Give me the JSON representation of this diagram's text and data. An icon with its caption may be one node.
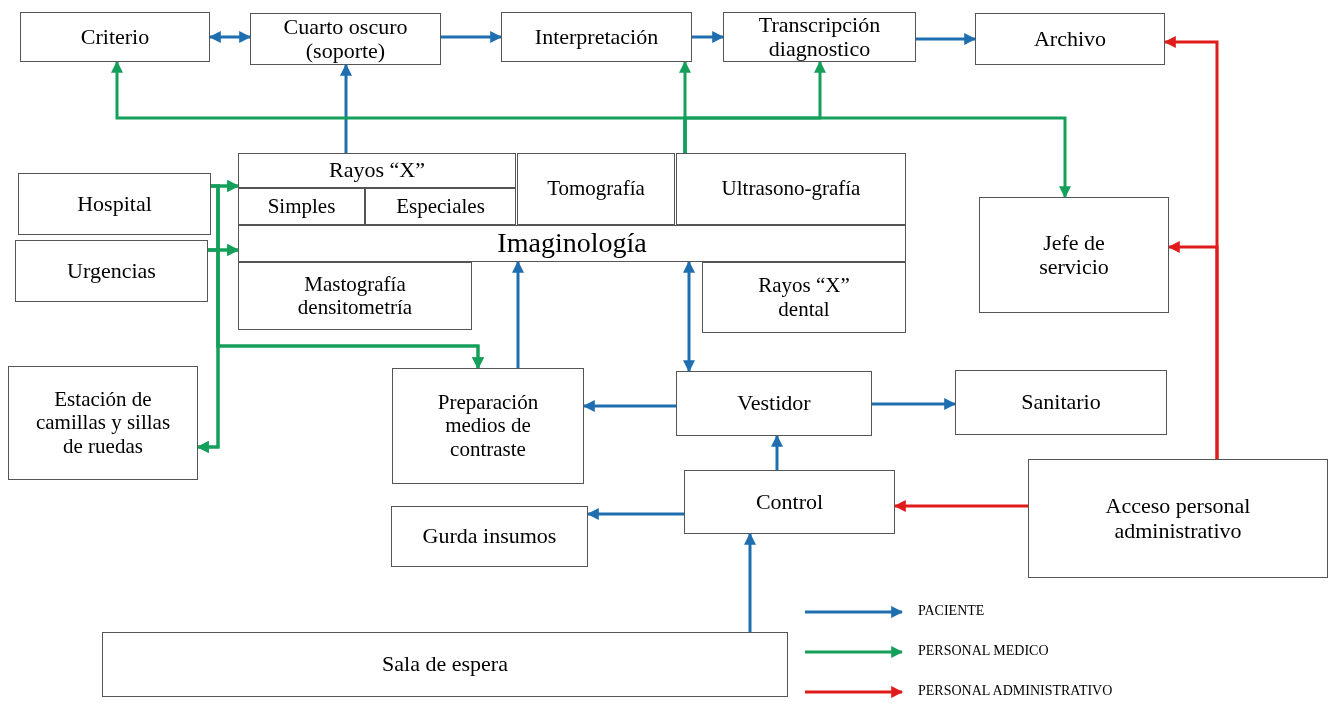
{
  "diagram": {
    "nodes": [
      {
        "text": [
          "Criterio"
        ]
      },
      {
        "text": [
          "Cuarto oscuro (soporte)"
        ]
      },
      {
        "text": [
          "Interpretación"
        ]
      },
      {
        "text": [
          "Transcripción diagnostico"
        ]
      },
      {
        "text": [
          "Archivo"
        ]
      },
      {
        "text": [
          "Rayos “X”"
        ]
      },
      {
        "text": [
          "Simples"
        ]
      },
      {
        "text": [
          "Especiales"
        ]
      },
      {
        "text": [
          "Tomografía"
        ]
      },
      {
        "text": [
          "Ultrasono-grafía"
        ]
      },
      {
        "text": [
          "Imaginología"
        ]
      },
      {
        "text": [
          "Mastografía densitometría"
        ]
      },
      {
        "text": [
          "Rayos “X” dental"
        ]
      },
      {
        "text": [
          "Hospital"
        ]
      },
      {
        "text": [
          "Urgencias"
        ]
      },
      {
        "text": [
          "Jefe de servicio"
        ]
      },
      {
        "text": [
          "Estación de camillas y sillas de ruedas"
        ]
      },
      {
        "text": [
          "Preparación medios de contraste"
        ]
      },
      {
        "text": [
          "Vestidor"
        ]
      },
      {
        "text": [
          "Sanitario"
        ]
      },
      {
        "text": [
          "Control"
        ]
      },
      {
        "text": [
          "Acceso personal administrativo"
        ]
      },
      {
        "text": [
          "Gurda insumos"
        ]
      },
      {
        "text": [
          "Sala de espera"
        ]
      }
    ],
    "edges": [
      {
        "from": 0,
        "to": 1,
        "arrow": "both"
      },
      {
        "from": 1,
        "to": 2,
        "arrow": "to"
      },
      {
        "from": 2,
        "to": 3,
        "arrow": "to"
      },
      {
        "from": 3,
        "to": 4,
        "arrow": "to"
      },
      {
        "from": 5,
        "to": 1,
        "arrow": "to"
      },
      {
        "from": 9,
        "to": 0,
        "arrow": "to",
        "color": "#14a05a"
      },
      {
        "from": 9,
        "to": 2,
        "arrow": "to",
        "color": "#14a05a"
      },
      {
        "from": 9,
        "to": 3,
        "arrow": "to",
        "color": "#14a05a"
      },
      {
        "from": 9,
        "to": 15,
        "arrow": "to",
        "color": "#14a05a"
      },
      {
        "from": 13,
        "to": 5,
        "arrow": "to",
        "color": "#14a05a"
      },
      {
        "from": 13,
        "to": 10,
        "arrow": "to",
        "color": "#14a05a"
      },
      {
        "from": 14,
        "to": 5,
        "arrow": "to",
        "color": "#14a05a"
      },
      {
        "from": 14,
        "to": 10,
        "arrow": "to",
        "color": "#14a05a"
      },
      {
        "from": 13,
        "to": 17,
        "arrow": "to",
        "color": "#14a05a"
      },
      {
        "from": 14,
        "to": 17,
        "arrow": "to",
        "color": "#14a05a"
      },
      {
        "from": 13,
        "to": 16,
        "arrow": "to",
        "color": "#14a05a"
      },
      {
        "from": 14,
        "to": 16,
        "arrow": "to",
        "color": "#14a05a"
      },
      {
        "from": 17,
        "to": 10,
        "arrow": "to"
      },
      {
        "from": 10,
        "to": 18,
        "arrow": "both"
      },
      {
        "from": 18,
        "to": 17,
        "arrow": "to"
      },
      {
        "from": 18,
        "to": 19,
        "arrow": "to"
      },
      {
        "from": 20,
        "to": 18,
        "arrow": "to"
      },
      {
        "from": 20,
        "to": 22,
        "arrow": "to"
      },
      {
        "from": 23,
        "to": 20,
        "arrow": "to"
      },
      {
        "from": 21,
        "to": 20,
        "arrow": "to",
        "color": "#e01b1b"
      },
      {
        "from": 21,
        "to": 4,
        "arrow": "to",
        "color": "#e01b1b"
      },
      {
        "from": 21,
        "to": 15,
        "arrow": "to",
        "color": "#e01b1b"
      }
    ],
    "legend": [
      {
        "text": "PACIENTE"
      },
      {
        "text": "PERSONAL MEDICO"
      },
      {
        "text": "PERSONAL ADMINISTRATIVO"
      }
    ]
  }
}
